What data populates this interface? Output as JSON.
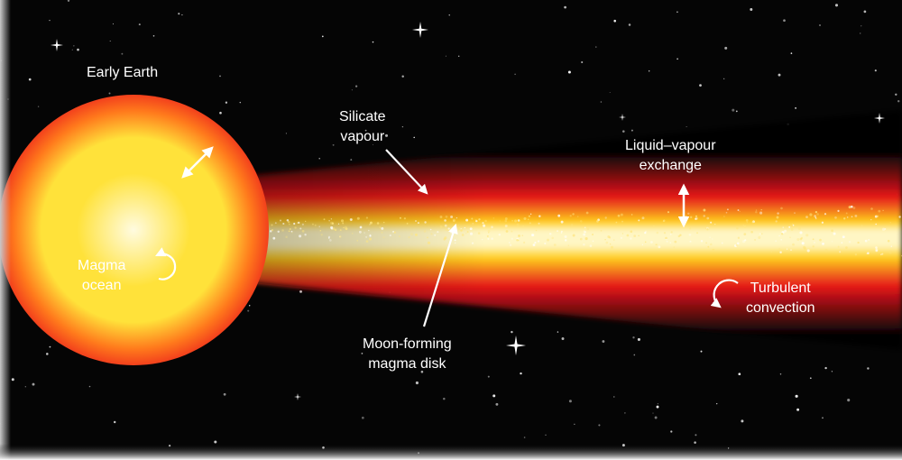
{
  "colors": {
    "space": "#050505",
    "earth_core": "#fffbe0",
    "earth_mid": "#ffe23a",
    "earth_outer": "#ff7a1c",
    "earth_rim": "#e8101c",
    "disk_core": "#fff6c4",
    "disk_mid": "#ffce1e",
    "disk_outer": "#e41419",
    "label_text": "#ffffff",
    "arrows": "#ffffff"
  },
  "labels": {
    "early_earth": "Early Earth",
    "silicate_vapour": [
      "Silicate",
      "vapour"
    ],
    "liquid_vapour_exchange": [
      "Liquid–vapour",
      "exchange"
    ],
    "magma_ocean": [
      "Magma",
      "ocean"
    ],
    "turbulent_convection": [
      "Turbulent",
      "convection"
    ],
    "moon_forming_magma_disk": [
      "Moon-forming",
      "magma disk"
    ]
  },
  "icons": {
    "exchange_arrow": "double-headed-arrow-icon",
    "convection": "circular-arrow-icon",
    "star": "sparkle-star-icon"
  }
}
